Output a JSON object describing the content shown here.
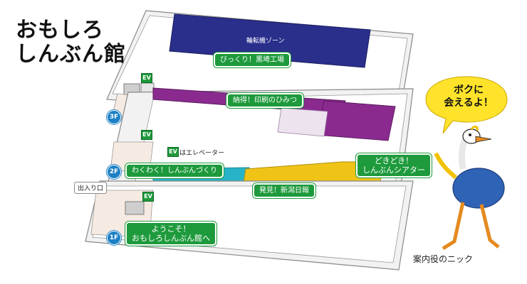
{
  "title": {
    "line1": "おもしろ",
    "line2": "しんぶん館"
  },
  "zones": {
    "rotary": "輪転機ゾーン",
    "kurosaki": "びっくり！黒埼工場",
    "print": "納得！印刷のひみつ",
    "making": "わくわく！しんぶんづくり",
    "niigata": "発見！新潟日報",
    "theater_line1": "どきどき！",
    "theater_line2": "しんぶんシアター",
    "welcome_line1": "ようこそ！",
    "welcome_line2": "おもしろしんぶん館へ"
  },
  "floors": {
    "f3": "3F",
    "f2": "2F",
    "f1": "1F"
  },
  "elevator": {
    "label": "EV",
    "note": "はエレベーター"
  },
  "entrance": "出入り口",
  "mascot": {
    "bubble_line1": "ボクに",
    "bubble_line2": "会えるよ！",
    "caption": "案内役のニック"
  },
  "colors": {
    "rotary": "#2a2f8c",
    "print": "#8a2a8f",
    "making": "#27b3c8",
    "theater": "#f0c417",
    "label_green": "#1e9a3c",
    "floor_badge": "#1d80c4",
    "bubble": "#ffe32a"
  }
}
